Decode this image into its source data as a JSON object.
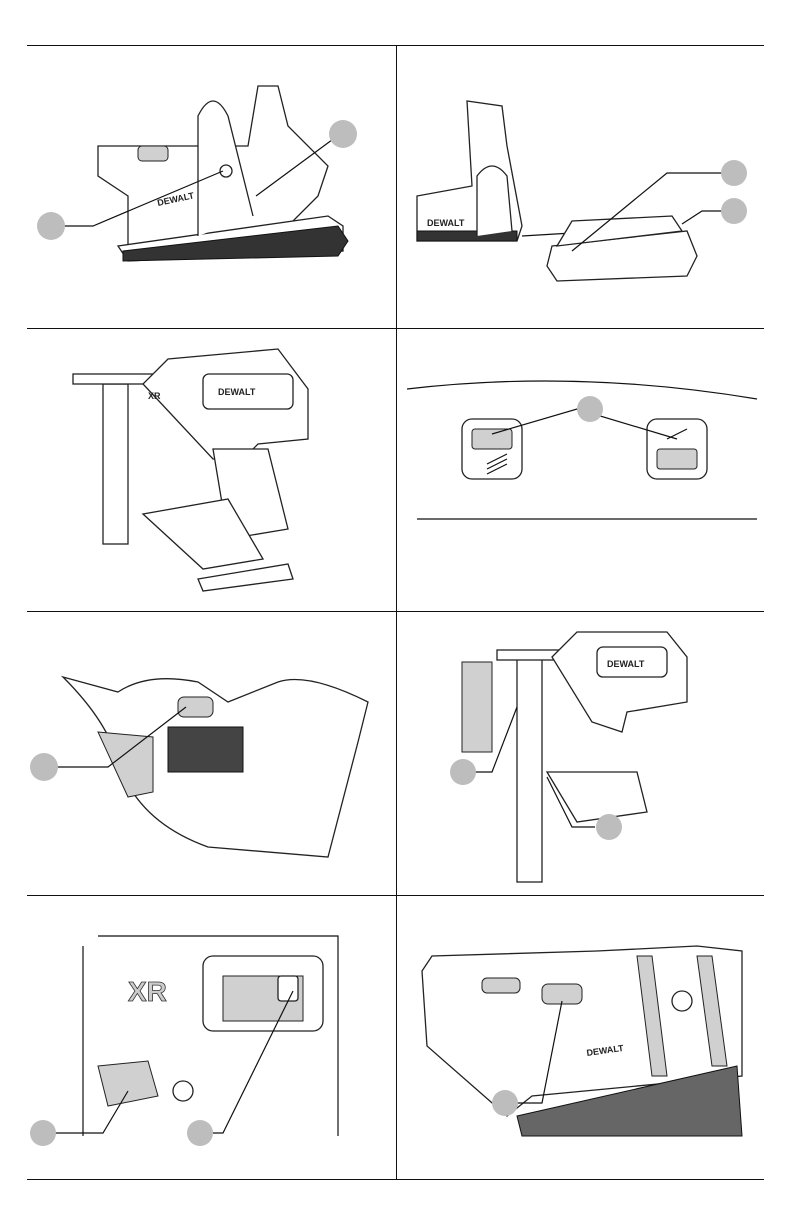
{
  "figures": [
    {
      "id": "fig-1",
      "subject": "battery-release",
      "brand_mark": "DEWALT"
    },
    {
      "id": "fig-2",
      "subject": "battery-insert",
      "brand_mark": "DEWALT"
    },
    {
      "id": "fig-3",
      "subject": "tool-grip",
      "brand_mark": "DEWALT",
      "series_mark": "XR"
    },
    {
      "id": "fig-4",
      "subject": "mode-selector"
    },
    {
      "id": "fig-5",
      "subject": "trigger-lockout"
    },
    {
      "id": "fig-6",
      "subject": "magazine-loading",
      "brand_mark": "DEWALT"
    },
    {
      "id": "fig-7",
      "subject": "depth-adjust",
      "series_mark": "XR"
    },
    {
      "id": "fig-8",
      "subject": "led-light",
      "brand_mark": "DEWALT"
    }
  ],
  "brand": {
    "logo_text": "DEWALT",
    "series_text": "XR"
  },
  "colors": {
    "line": "#111111",
    "callout_fill": "#bdbdbd",
    "shading": "#d0d0d0"
  }
}
